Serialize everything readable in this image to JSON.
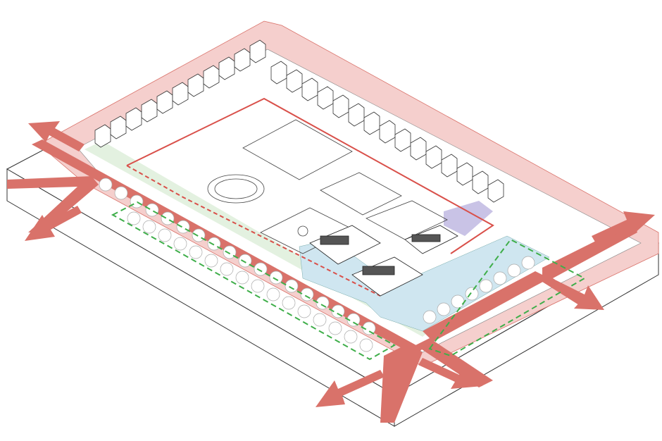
{
  "diagram": {
    "type": "axonometric-site-plan",
    "colors": {
      "road": "#d9726a",
      "buffer_zone": "#f5cfcd",
      "water": "#cfe6f0",
      "green_boundary": "#3fae4a",
      "site_boundary": "#d9504a",
      "plaza": "#c9c3e6",
      "base": "#ffffff",
      "outline": "#333333"
    },
    "arrows": [
      "north-west",
      "south-west",
      "north-east",
      "south-east",
      "south-south-west",
      "south-south-east"
    ]
  }
}
